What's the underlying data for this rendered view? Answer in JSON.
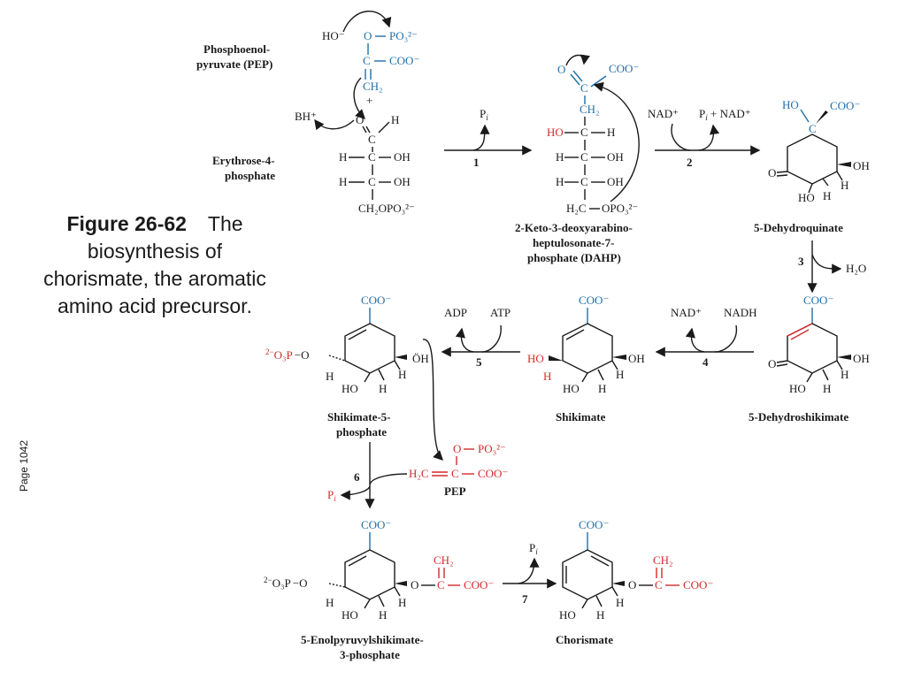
{
  "caption": {
    "figure_number": "Figure 26-62",
    "text": "The biosynthesis of chorismate, the aromatic amino acid precursor."
  },
  "page_note": "Page 1042",
  "compounds": {
    "pep_top": "Phosphoenol-\npyruvate (PEP)",
    "e4p": "Erythrose-4-\nphosphate",
    "dahp": "2-Keto-3-deoxyarabino-\nheptulosonate-7-\nphosphate (DAHP)",
    "dehydroquinate": "5-Dehydroquinate",
    "dehydroshikimate": "5-Dehydroshikimate",
    "shikimate": "Shikimate",
    "shikimate5p": "Shikimate-5-\nphosphate",
    "pep_mid": "PEP",
    "epsp": "5-Enolpyruvylshikimate-\n3-phosphate",
    "chorismate": "Chorismate"
  },
  "steps": [
    "1",
    "2",
    "3",
    "4",
    "5",
    "6",
    "7"
  ],
  "reagents": {
    "s1_out": "Pi",
    "s2_in": "NAD+",
    "s2_out": "Pi + NAD+",
    "s3_out": "H2O",
    "s4_in": "NADH",
    "s4_out": "NAD+",
    "s5_in": "ATP",
    "s5_out": "ADP",
    "s6_out": "Pi",
    "s7_out": "Pi"
  },
  "colors": {
    "blue": "#1f6fa8",
    "red": "#d42a2a",
    "ink": "#1a1a1a"
  }
}
